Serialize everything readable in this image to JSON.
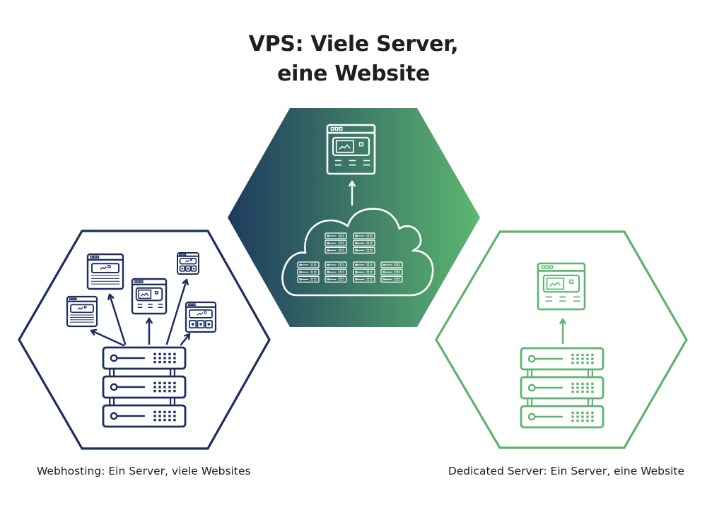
{
  "title": {
    "line1": "VPS: Viele Server,",
    "line2": "eine Website"
  },
  "colors": {
    "navy": "#1c2e5e",
    "green": "#5cb46e",
    "gradient_start": "#1d3a5f",
    "gradient_end": "#5db770",
    "text": "#1f1f1f"
  },
  "panels": [
    {
      "id": "webhosting",
      "caption": "Webhosting: Ein Server, viele Websites",
      "style": "outline-navy",
      "servers": 1,
      "websites": 5
    },
    {
      "id": "vps",
      "caption": "VPS: Viele Server, eine Website",
      "style": "filled-gradient",
      "servers": 18,
      "websites": 1
    },
    {
      "id": "dedicated",
      "caption": "Dedicated Server: Ein Server, eine Website",
      "style": "outline-green",
      "servers": 1,
      "websites": 1
    }
  ]
}
